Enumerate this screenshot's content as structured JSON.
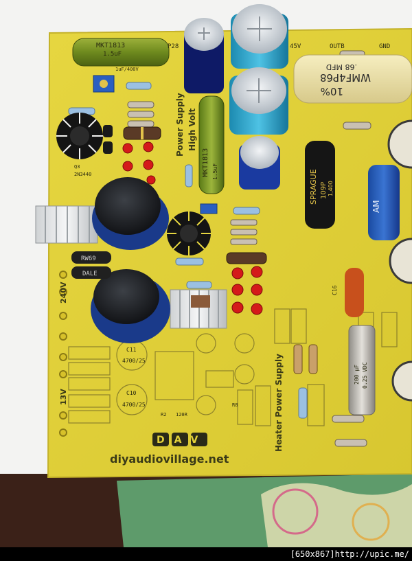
{
  "photo": {
    "subject": "pcb-power-supply-board",
    "colors": {
      "board": "#e3d23a",
      "board_edge": "#c9b92e",
      "background_top": "#f4f4f4",
      "wood": "#3a2016",
      "cloth_green": "#5c9a6c"
    }
  },
  "silkscreen": {
    "website": "diyaudiovillage.net",
    "logo": "DAV",
    "supply_hv_line1": "Power Supply",
    "supply_hv_line2": "High Volt",
    "heater_supply": "Heater Power Supply",
    "voltage_240": "240V",
    "voltage_13": "13V",
    "outb": "OUTB",
    "gnd": "GND",
    "v45": "45V",
    "p28": "P28",
    "q3": "Q3",
    "q3_part": "2N3440",
    "c11": "C11",
    "c11_val": "4700/25",
    "c10": "C10",
    "c10_val": "4700/25",
    "c16": "C16",
    "r69_top": "RW69",
    "r69_bot": "DALE",
    "r2": "R2",
    "r2_val": "120R",
    "r8": "R8"
  },
  "components": {
    "mkt_top": [
      "MKT1813",
      "1.5uF",
      "1uF/400V"
    ],
    "mkt_mid": [
      "MKT1813",
      "1.5uF"
    ],
    "sprague": [
      "SPRAGUE",
      "109P",
      "1,400"
    ],
    "wima": [
      "WMF4P68",
      ".68 MFD",
      "10%"
    ],
    "blue_cap_small": "AM",
    "axial_silver": [
      "200 µF",
      "0.25 VDC"
    ]
  },
  "watermark": {
    "text": "[650x867]http://upic.me/"
  }
}
